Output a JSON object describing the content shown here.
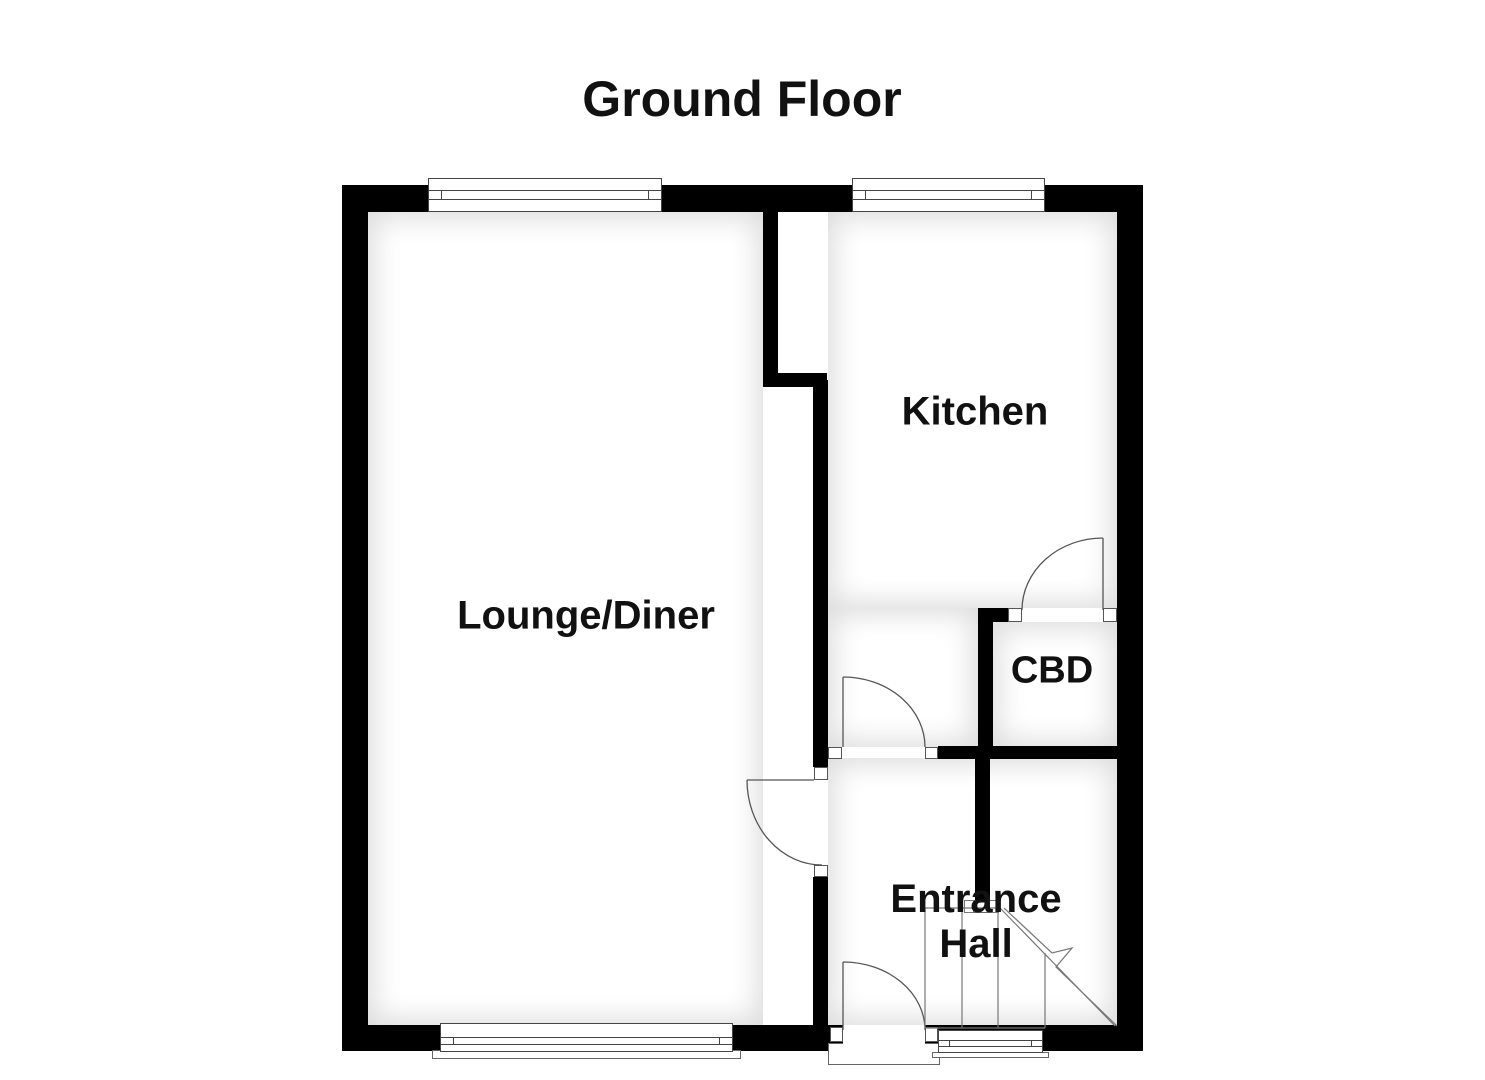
{
  "title": "Ground Floor",
  "rooms": {
    "lounge": {
      "name": "Lounge/Diner"
    },
    "kitchen": {
      "name": "Kitchen"
    },
    "cbd": {
      "name": "CBD"
    },
    "entrance": {
      "line1": "Entrance",
      "line2": "Hall"
    }
  },
  "colors": {
    "wall": "#000000",
    "line": "#555555",
    "text": "#111111",
    "background": "#ffffff"
  }
}
